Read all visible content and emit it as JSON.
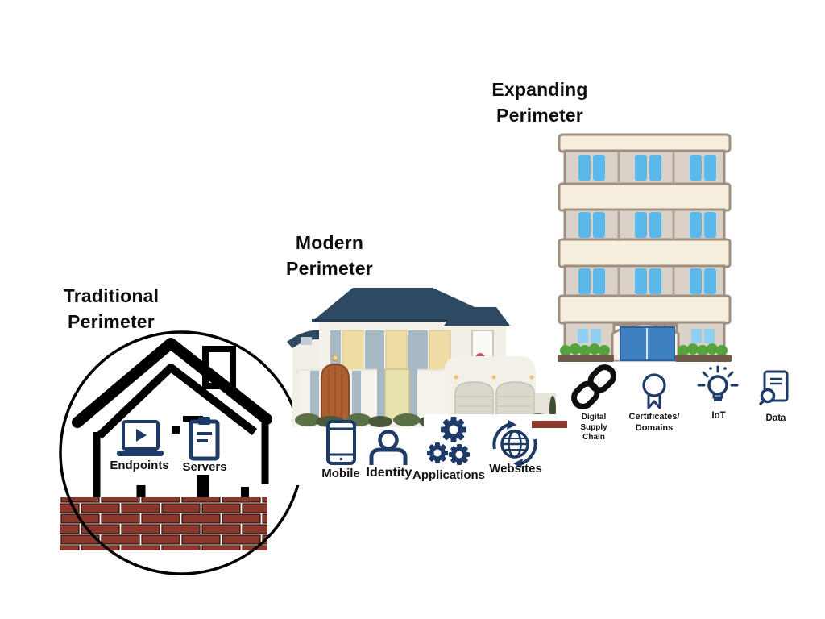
{
  "diagram": {
    "sections": {
      "traditional": {
        "title": "Traditional Perimeter",
        "items": [
          {
            "label": "Endpoints",
            "icon": "laptop-icon"
          },
          {
            "label": "Servers",
            "icon": "clipboard-icon"
          }
        ]
      },
      "modern": {
        "title": "Modern Perimeter",
        "items": [
          {
            "label": "Mobile",
            "icon": "smartphone-icon"
          },
          {
            "label": "Identity",
            "icon": "person-icon"
          },
          {
            "label": "Applications",
            "icon": "gears-icon"
          },
          {
            "label": "Websites",
            "icon": "globe-sync-icon"
          }
        ]
      },
      "expanding": {
        "title": "Expanding Perimeter",
        "items": [
          {
            "label": "Digital Supply Chain",
            "icon": "chain-link-icon"
          },
          {
            "label": "Certificates/ Domains",
            "icon": "certificate-ribbon-icon"
          },
          {
            "label": "IoT",
            "icon": "smart-bulb-icon"
          },
          {
            "label": "Data",
            "icon": "data-document-icon"
          }
        ]
      }
    },
    "colors": {
      "icon_navy": "#1e3a66",
      "brick_red": "#8c372b",
      "roof_navy": "#2e4a63",
      "building_wall": "#d9d2c9",
      "building_cream": "#f6eedd",
      "window_blue": "#5ab9ea",
      "entrance_door_blue": "#3f80c0",
      "title_black": "#0d0d0d"
    }
  }
}
